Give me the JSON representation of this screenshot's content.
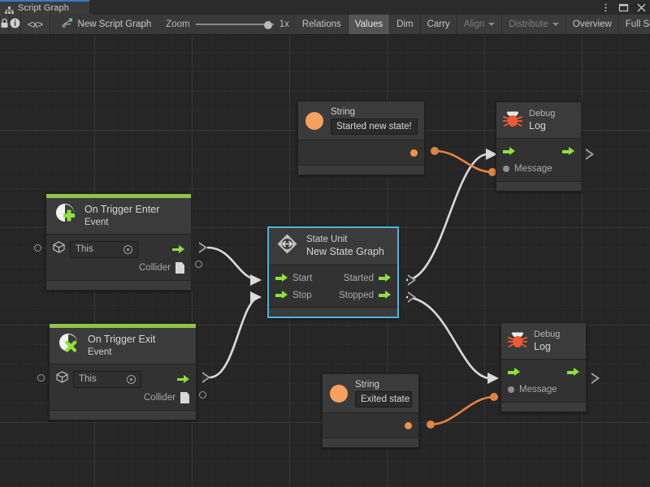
{
  "window": {
    "tab_label": "Script Graph",
    "tab_icon": "graph-icon",
    "controls": [
      {
        "name": "more-options",
        "glyph": "⋮"
      },
      {
        "name": "maximize",
        "glyph": "□"
      },
      {
        "name": "close",
        "glyph": "✕"
      }
    ]
  },
  "toolbar": {
    "lock_icon": "lock-icon",
    "info_icon": "info-icon",
    "code_icon": "code-icon",
    "code_label": "<x>",
    "graph_icon": "script-graph-icon",
    "graph_name": "New Script Graph",
    "zoom_label": "Zoom",
    "zoom_value": "1x",
    "buttons": [
      {
        "label": "Relations",
        "state": "normal"
      },
      {
        "label": "Values",
        "state": "active"
      },
      {
        "label": "Dim",
        "state": "normal"
      },
      {
        "label": "Carry",
        "state": "normal"
      },
      {
        "label": "Align",
        "state": "dim",
        "caret": true
      },
      {
        "label": "Distribute",
        "state": "dim",
        "caret": true
      },
      {
        "label": "Overview",
        "state": "normal"
      },
      {
        "label": "Full Scr",
        "state": "normal"
      }
    ]
  },
  "colors": {
    "accent_blue": "#3a79c4",
    "selection": "#4ab4e0",
    "event_green": "#8fc44b",
    "flow_green": "#8fe03b",
    "string_orange": "#f7a160",
    "wire_white": "#d9d9d9",
    "wire_orange": "#e08440",
    "canvas_bg": "#262626",
    "node_bg": "#3b3b3b"
  },
  "nodes": {
    "on_trigger_enter": {
      "title": "On Trigger Enter",
      "subtitle": "Event",
      "icon": "event-enter-icon",
      "target_value": "This",
      "output_label": "Collider"
    },
    "on_trigger_exit": {
      "title": "On Trigger Exit",
      "subtitle": "Event",
      "icon": "event-exit-icon",
      "target_value": "This",
      "output_label": "Collider"
    },
    "state_unit": {
      "title": "State Unit",
      "subtitle": "New  State  Graph",
      "icon": "state-unit-icon",
      "inputs": [
        "Start",
        "Stop"
      ],
      "outputs": [
        "Started",
        "Stopped"
      ]
    },
    "string_top": {
      "title": "String",
      "icon": "string-icon",
      "value": "Started new state!"
    },
    "string_bottom": {
      "title": "String",
      "icon": "string-icon",
      "value": "Exited state"
    },
    "debug_log_top": {
      "title": "Debug",
      "subtitle": "Log",
      "icon": "bug-icon",
      "input_label": "Message"
    },
    "debug_log_bottom": {
      "title": "Debug",
      "subtitle": "Log",
      "icon": "bug-icon",
      "input_label": "Message"
    }
  }
}
